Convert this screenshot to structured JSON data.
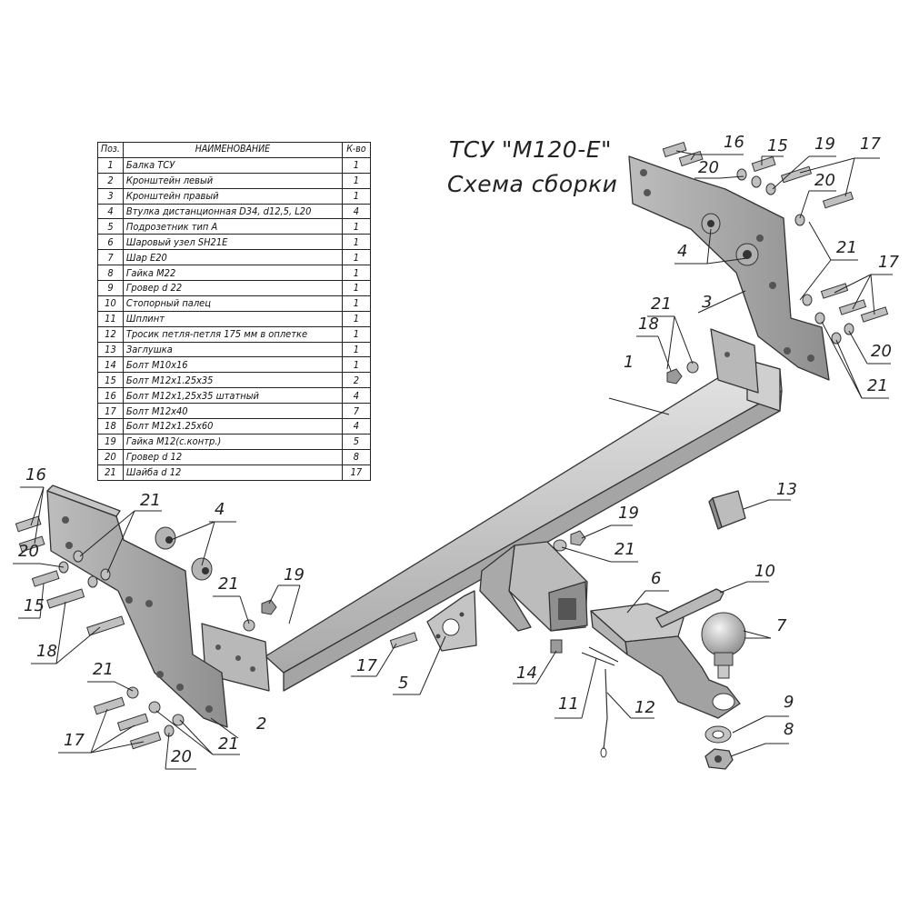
{
  "title": {
    "line1": "ТСУ \"M120-E\"",
    "line2": "Схема сборки"
  },
  "table": {
    "headers": [
      "Поз.",
      "НАИМЕНОВАНИЕ",
      "К-во"
    ],
    "rows": [
      [
        "1",
        "Балка ТСУ",
        "1"
      ],
      [
        "2",
        "Кронштейн левый",
        "1"
      ],
      [
        "3",
        "Кронштейн правый",
        "1"
      ],
      [
        "4",
        "Втулка дистанционная D34, d12,5, L20",
        "4"
      ],
      [
        "5",
        "Подрозетник тип А",
        "1"
      ],
      [
        "6",
        "Шаровый узел SH21E",
        "1"
      ],
      [
        "7",
        "Шар Е20",
        "1"
      ],
      [
        "8",
        "Гайка М22",
        "1"
      ],
      [
        "9",
        "Гровер d 22",
        "1"
      ],
      [
        "10",
        "Стопорный палец",
        "1"
      ],
      [
        "11",
        "Шплинт",
        "1"
      ],
      [
        "12",
        "Тросик петля-петля 175 мм в оплетке",
        "1"
      ],
      [
        "13",
        "Заглушка",
        "1"
      ],
      [
        "14",
        "Болт М10х16",
        "1"
      ],
      [
        "15",
        "Болт М12х1.25х35",
        "2"
      ],
      [
        "16",
        "Болт М12х1,25х35 штатный",
        "4"
      ],
      [
        "17",
        "Болт М12х40",
        "7"
      ],
      [
        "18",
        "Болт М12х1.25х60",
        "4"
      ],
      [
        "19",
        "Гайка М12(с.контр.)",
        "5"
      ],
      [
        "20",
        "Гровер d 12",
        "8"
      ],
      [
        "21",
        "Шайба d 12",
        "17"
      ]
    ]
  },
  "callouts": [
    "1",
    "2",
    "3",
    "4",
    "4",
    "5",
    "6",
    "7",
    "8",
    "9",
    "10",
    "11",
    "12",
    "13",
    "14",
    "15",
    "15",
    "16",
    "16",
    "17",
    "17",
    "17",
    "17",
    "18",
    "18",
    "19",
    "19",
    "19",
    "20",
    "20",
    "20",
    "20",
    "20",
    "21",
    "21",
    "21",
    "21",
    "21",
    "21",
    "21",
    "21"
  ],
  "colors": {
    "metal": "#c9c9c9",
    "metal_dark": "#8d8d8d",
    "line": "#222222"
  }
}
